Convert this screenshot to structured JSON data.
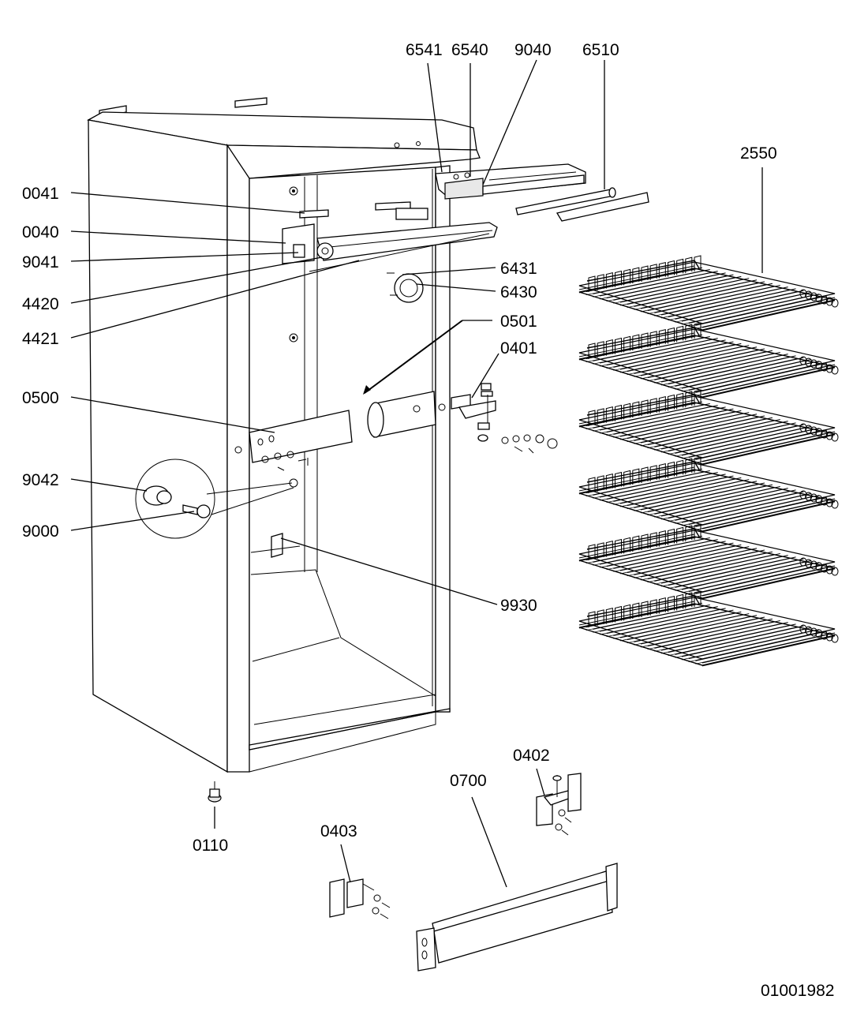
{
  "callouts": {
    "c6541": "6541",
    "c6540": "6540",
    "c9040": "9040",
    "c6510": "6510",
    "c2550": "2550",
    "c0041": "0041",
    "c0040": "0040",
    "c9041": "9041",
    "c4420": "4420",
    "c4421": "4421",
    "c6431": "6431",
    "c6430": "6430",
    "c0501": "0501",
    "c0401": "0401",
    "c0500": "0500",
    "c9042": "9042",
    "c9000": "9000",
    "c9930": "9930",
    "c0402": "0402",
    "c0700": "0700",
    "c0403": "0403",
    "c0110": "0110"
  },
  "drawing_number": "01001982",
  "rack_count": 6
}
